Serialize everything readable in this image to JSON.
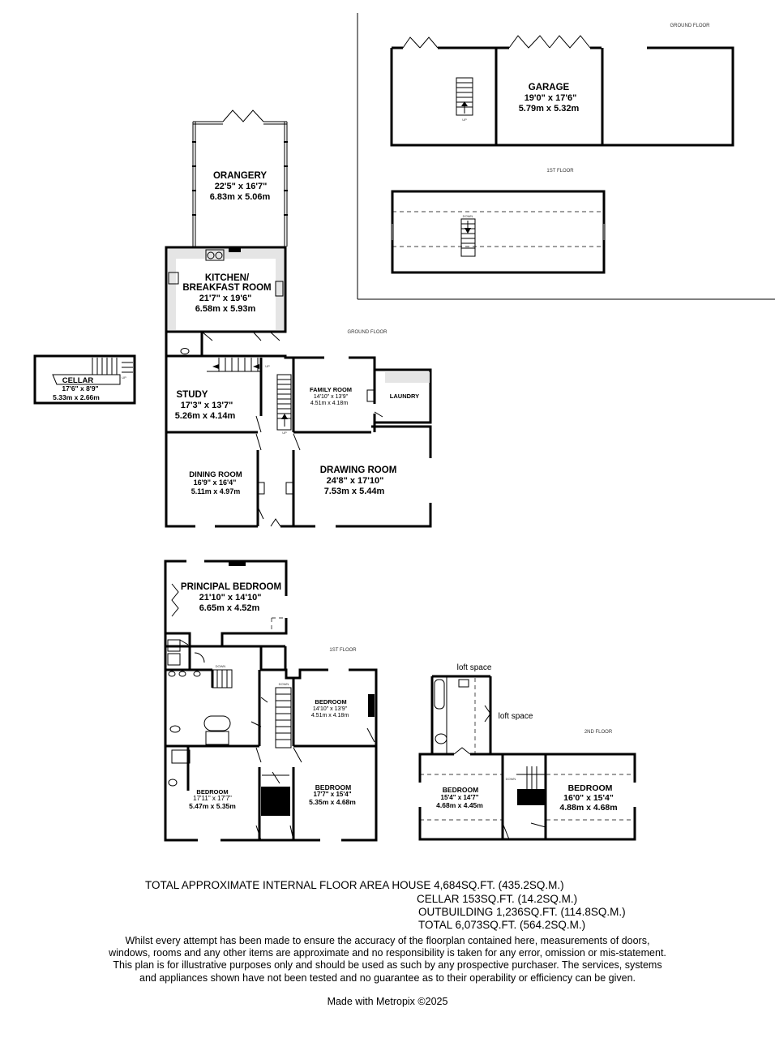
{
  "levels": {
    "outbuilding_ground": "GROUND FLOOR",
    "outbuilding_first": "1ST FLOOR",
    "house_ground": "GROUND FLOOR",
    "house_first": "1ST FLOOR",
    "house_second": "2ND FLOOR"
  },
  "rooms": {
    "garage": {
      "name": "GARAGE",
      "imperial": "19'0\"  x 17'6\"",
      "metric": "5.79m  x 5.32m"
    },
    "orangery": {
      "name": "ORANGERY",
      "imperial": "22'5\"  x 16'7\"",
      "metric": "6.83m  x 5.06m"
    },
    "kitchen": {
      "name1": "KITCHEN/",
      "name2": "BREAKFAST ROOM",
      "imperial": "21'7\"  x 19'6\"",
      "metric": "6.58m  x 5.93m"
    },
    "cellar": {
      "name": "CELLAR",
      "imperial": "17'6\"  x 8'9\"",
      "metric": "5.33m  x 2.66m"
    },
    "study": {
      "name": "STUDY",
      "imperial": "17'3\"  x 13'7\"",
      "metric": "5.26m  x 4.14m"
    },
    "family": {
      "name": "FAMILY ROOM",
      "imperial": "14'10\"  x 13'9\"",
      "metric": "4.51m  x 4.18m"
    },
    "laundry": {
      "name": "LAUNDRY"
    },
    "dining": {
      "name": "DINING ROOM",
      "imperial": "16'9\"  x 16'4\"",
      "metric": "5.11m  x 4.97m"
    },
    "drawing": {
      "name": "DRAWING ROOM",
      "imperial": "24'8\"  x 17'10\"",
      "metric": "7.53m  x 5.44m"
    },
    "principal": {
      "name": "PRINCIPAL BEDROOM",
      "imperial": "21'10\"  x 14'10\"",
      "metric": "6.65m  x 4.52m"
    },
    "bed1": {
      "name": "BEDROOM",
      "imperial": "14'10\"  x 13'9\"",
      "metric": "4.51m  x 4.18m"
    },
    "bed2": {
      "name": "BEDROOM",
      "imperial": "17'11\"  x 17'7\"",
      "metric": "5.47m  x 5.35m"
    },
    "bed3": {
      "name": "BEDROOM",
      "imperial": "17'7\"  x 15'4\"",
      "metric": "5.35m  x 4.68m"
    },
    "bed4": {
      "name": "BEDROOM",
      "imperial": "15'4\"  x 14'7\"",
      "metric": "4.68m  x 4.45m"
    },
    "bed5": {
      "name": "BEDROOM",
      "imperial": "16'0\"  x 15'4\"",
      "metric": "4.88m  x 4.68m"
    }
  },
  "labels": {
    "loft1": "loft space",
    "loft2": "loft space",
    "up": "UP",
    "down": "DOWN"
  },
  "footer": {
    "total_line": "TOTAL APPROXIMATE INTERNAL FLOOR AREA HOUSE 4,684SQ.FT. (435.2SQ.M.)",
    "cellar_line": "CELLAR 153SQ.FT. (14.2SQ.M.)",
    "outbuilding_line": "OUTBUILDING 1,236SQ.FT. (114.8SQ.M.)",
    "grand_total_line": "TOTAL 6,073SQ.FT. (564.2SQ.M.)",
    "disclaimer": "Whilst every attempt has been made to ensure the accuracy of the floorplan contained here, measurements of doors, windows, rooms and any other items are approximate and no responsibility is taken for any error, omission or mis-statement. This plan is for illustrative purposes only and should be used as such by any prospective purchaser. The services, systems and appliances shown have not been tested and no guarantee as to their operability or efficiency can be given.",
    "made_with": "Made with Metropix ©2025"
  }
}
